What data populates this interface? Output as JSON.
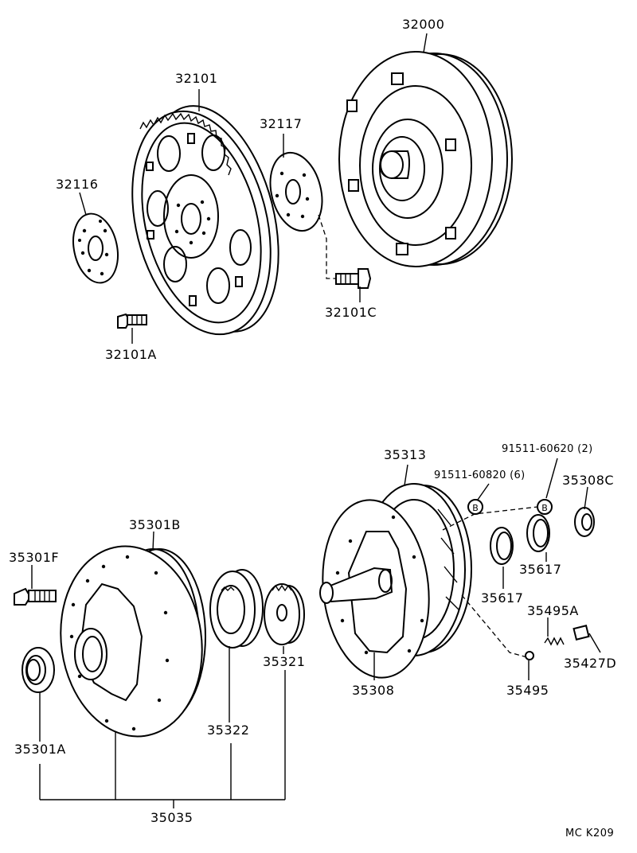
{
  "callouts": {
    "p32000": "32000",
    "p32101": "32101",
    "p32117": "32117",
    "p32116": "32116",
    "p32101C": "32101C",
    "p32101A": "32101A",
    "p35313": "35313",
    "p91511_60620": "91511-60620 (2)",
    "p91511_60820": "91511-60820 (6)",
    "p35308C": "35308C",
    "p35301B": "35301B",
    "p35301F": "35301F",
    "p35617a": "35617",
    "p35617b": "35617",
    "p35495A": "35495A",
    "p35427D": "35427D",
    "p35321": "35321",
    "p35322": "35322",
    "p35308": "35308",
    "p35495": "35495",
    "p35301A": "35301A",
    "p35035": "35035"
  },
  "markers": {
    "b1": "B",
    "b2": "B"
  },
  "reference": "MC  K209"
}
